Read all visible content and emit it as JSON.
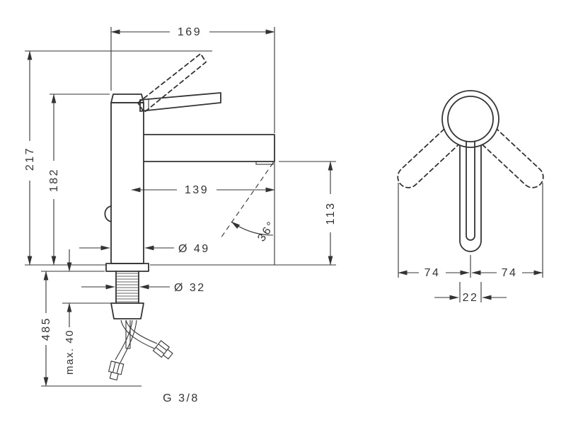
{
  "drawing": {
    "type": "faucet-technical-dimension-drawing",
    "colors": {
      "line": "#333333",
      "background": "#ffffff"
    },
    "views": {
      "side": {
        "dims": {
          "width_top": "169",
          "height_total": "217",
          "height_to_body_top": "182",
          "spout_reach": "139",
          "spout_height": "113",
          "stream_angle": "36°",
          "body_diameter": "Ø 49",
          "shank_diameter": "Ø 32",
          "hose_length": "485",
          "max_mounting_depth": "max. 40",
          "thread_size": "G 3/8"
        }
      },
      "top": {
        "dims": {
          "handle_swing_left": "74",
          "handle_swing_right": "74",
          "handle_width": "22"
        }
      }
    }
  }
}
